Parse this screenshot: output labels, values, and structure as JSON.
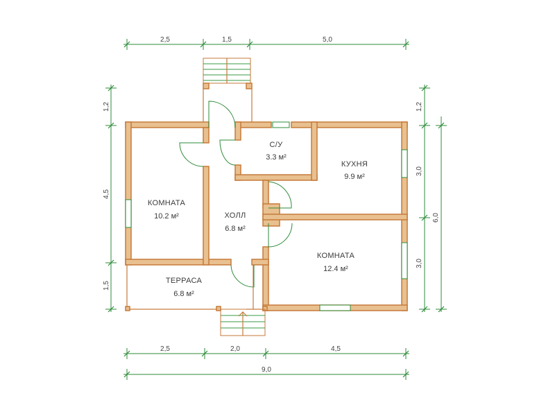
{
  "dimensions": {
    "top": [
      "2,5",
      "1,5",
      "5,0"
    ],
    "bottom": [
      "2,5",
      "2,0",
      "4,5"
    ],
    "total": "9,0",
    "left": [
      "1,2",
      "4,5",
      "1,5"
    ],
    "right_inner": [
      "1,2",
      "3,0",
      "3,0"
    ],
    "right_total": "6,0"
  },
  "rooms": {
    "bathroom": {
      "name": "С/У",
      "area": "3.3 м²"
    },
    "kitchen": {
      "name": "КУХНЯ",
      "area": "9.9 м²"
    },
    "room_left": {
      "name": "КОМНАТА",
      "area": "10.2 м²"
    },
    "hall": {
      "name": "ХОЛЛ",
      "area": "6.8 м²"
    },
    "room_right": {
      "name": "КОМНАТА",
      "area": "12.4 м²"
    },
    "terrace": {
      "name": "ТЕРРАСА",
      "area": "6.8 м²"
    }
  },
  "colors": {
    "dimension_line": "#2e8b3a",
    "wall_fill": "#e9c08f",
    "wall_outline": "#c67a3a"
  }
}
